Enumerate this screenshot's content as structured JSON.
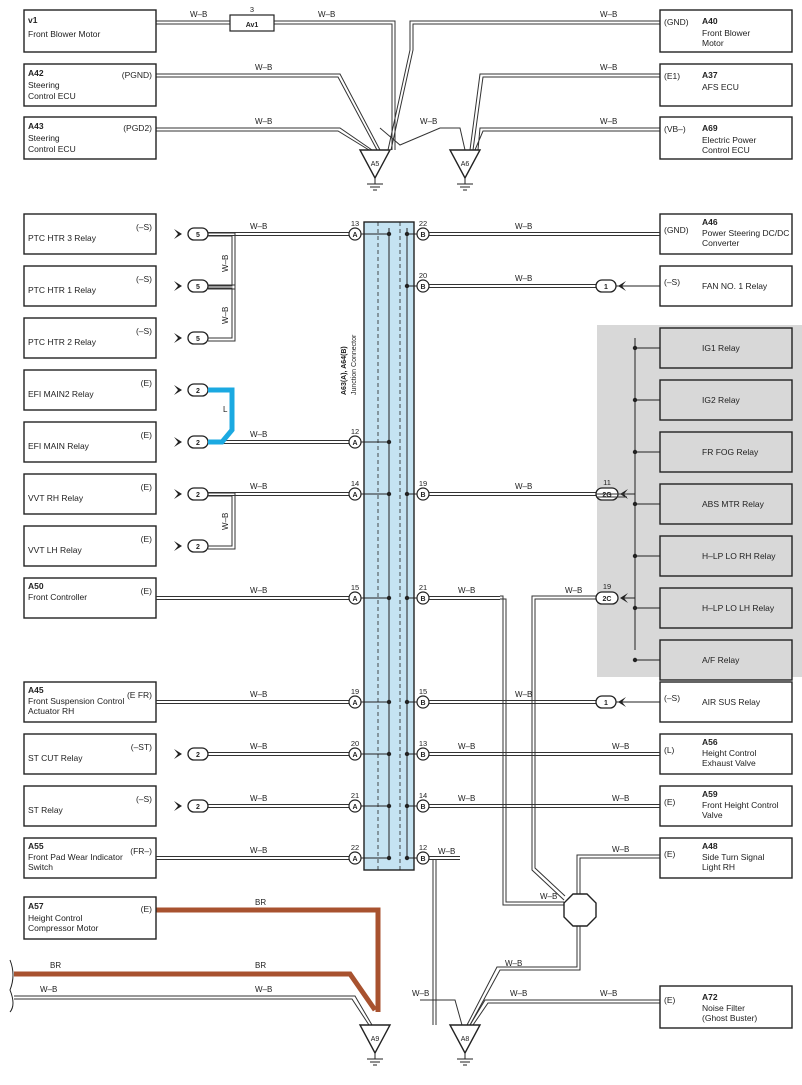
{
  "top_components": [
    {
      "code": "v1",
      "name": "Front Blower Motor",
      "pin": ""
    },
    {
      "code": "A42",
      "name": "Steering Control ECU",
      "pin": "(PGND)"
    },
    {
      "code": "A43",
      "name": "Steering Control ECU",
      "pin": "(PGD2)"
    },
    {
      "code": "A40",
      "name": "Front Blower Motor",
      "pin": "(GND)"
    },
    {
      "code": "A37",
      "name": "AFS ECU",
      "pin": "(E1)"
    },
    {
      "code": "A69",
      "name": "Electric Power Control ECU",
      "pin": "(VB–)"
    }
  ],
  "left_components": [
    {
      "code": "",
      "name": "PTC HTR 3 Relay",
      "pin": "(–S)",
      "conn": "5"
    },
    {
      "code": "",
      "name": "PTC HTR 1 Relay",
      "pin": "(–S)",
      "conn": "5"
    },
    {
      "code": "",
      "name": "PTC HTR 2 Relay",
      "pin": "(–S)",
      "conn": "5"
    },
    {
      "code": "",
      "name": "EFI MAIN2 Relay",
      "pin": "(E)",
      "conn": "2"
    },
    {
      "code": "",
      "name": "EFI MAIN Relay",
      "pin": "(E)",
      "conn": "2"
    },
    {
      "code": "",
      "name": "VVT RH Relay",
      "pin": "(E)",
      "conn": "2"
    },
    {
      "code": "",
      "name": "VVT LH Relay",
      "pin": "(E)",
      "conn": "2"
    },
    {
      "code": "A50",
      "name": "Front Controller",
      "pin": "(E)",
      "conn": ""
    },
    {
      "code": "A45",
      "name": "Front Suspension Control Actuator RH",
      "pin": "(E FR)",
      "conn": ""
    },
    {
      "code": "",
      "name": "ST CUT Relay",
      "pin": "(–ST)",
      "conn": "2"
    },
    {
      "code": "",
      "name": "ST Relay",
      "pin": "(–S)",
      "conn": "2"
    },
    {
      "code": "A55",
      "name": "Front Pad Wear Indicator Switch",
      "pin": "(FR–)",
      "conn": ""
    },
    {
      "code": "A57",
      "name": "Height Control Compressor Motor",
      "pin": "(E)",
      "conn": ""
    }
  ],
  "right_components": [
    {
      "code": "A46",
      "name": "Power Steering DC/DC Converter",
      "pin": "(GND)",
      "conn": ""
    },
    {
      "code": "",
      "name": "FAN NO. 1 Relay",
      "pin": "(–S)",
      "conn": "1"
    },
    {
      "code": "",
      "name": "AIR SUS Relay",
      "pin": "(–S)",
      "conn": "1"
    },
    {
      "code": "A56",
      "name": "Height Control Exhaust Valve",
      "pin": "(L)",
      "conn": ""
    },
    {
      "code": "A59",
      "name": "Front Height Control Valve",
      "pin": "(E)",
      "conn": ""
    },
    {
      "code": "A48",
      "name": "Side Turn Signal Light RH",
      "pin": "(E)",
      "conn": ""
    },
    {
      "code": "A72",
      "name": "Noise Filter (Ghost Buster)",
      "pin": "(E)",
      "conn": ""
    }
  ],
  "relay_block": {
    "relays": [
      "IG1 Relay",
      "IG2 Relay",
      "FR FOG Relay",
      "ABS MTR Relay",
      "H–LP LO RH Relay",
      "H–LP LO LH Relay",
      "A/F Relay"
    ],
    "connector_2G": {
      "pin": "11",
      "label": "2G"
    },
    "connector_2C": {
      "pin": "19",
      "label": "2C"
    }
  },
  "junction": {
    "label_line1": "A63(A), A64(B)",
    "label_line2": "Junction Connector",
    "pins_a": [
      "13",
      "12",
      "14",
      "15",
      "19",
      "20",
      "21",
      "22"
    ],
    "pins_b": [
      "22",
      "20",
      "19",
      "21",
      "15",
      "13",
      "14",
      "12"
    ],
    "a_label": "A",
    "b_label": "B"
  },
  "fuse": {
    "label": "Av1",
    "pin": "3"
  },
  "grounds": {
    "a5": "A5",
    "a6": "A6",
    "a9": "A9",
    "a8": "A8"
  },
  "wire_colors": {
    "wb": "W–B",
    "l": "L",
    "br": "BR"
  },
  "colors": {
    "junction_fill": "#c5e3f2",
    "relay_bg": "#d8d8d8",
    "blue_wire": "#1ba9e1",
    "brown_wire": "#a8522f"
  }
}
